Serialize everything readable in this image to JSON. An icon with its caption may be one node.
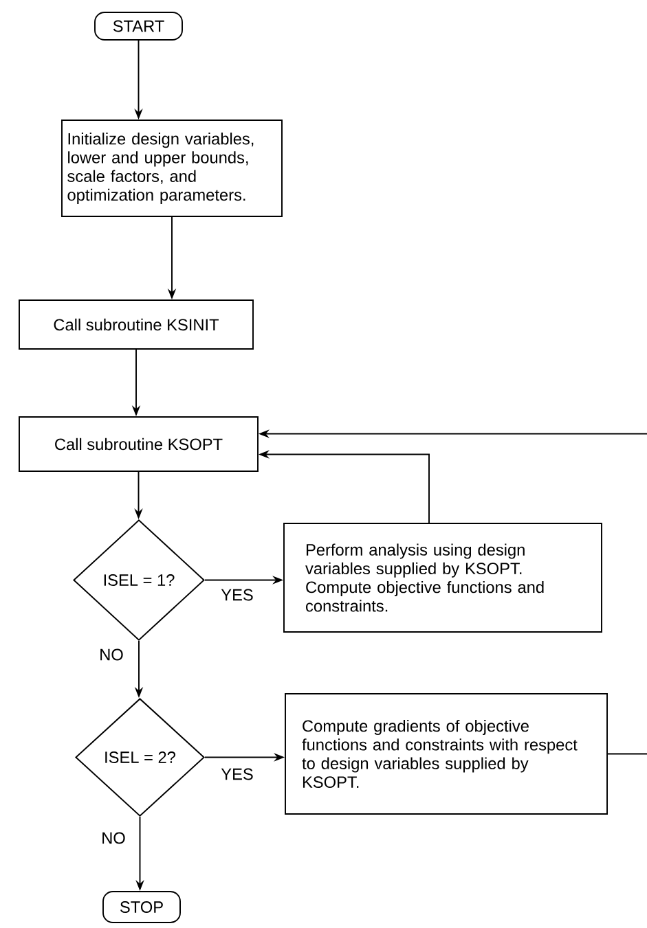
{
  "diagram": {
    "nodes": [
      {
        "text": [
          "START"
        ]
      },
      {
        "text": [
          "Initialize design variables, lower and upper bounds, scale factors, and optimization parameters."
        ]
      },
      {
        "text": [
          "Call subroutine KSINIT"
        ]
      },
      {
        "text": [
          "Call subroutine KSOPT"
        ]
      },
      {
        "text": [
          "ISEL = 1?"
        ]
      },
      {
        "text": [
          "Perform analysis using design variables supplied by KSOPT. Compute objective functions and constraints."
        ]
      },
      {
        "text": [
          "ISEL = 2?"
        ]
      },
      {
        "text": [
          "Compute gradients of objective functions and constraints with respect to design variables supplied by KSOPT."
        ]
      },
      {
        "text": [
          "STOP"
        ]
      }
    ],
    "edges": [
      {
        "from": 0,
        "to": 1,
        "arrow": "to"
      },
      {
        "from": 1,
        "to": 2,
        "arrow": "to"
      },
      {
        "from": 2,
        "to": 3,
        "arrow": "to"
      },
      {
        "from": 3,
        "to": 4,
        "arrow": "to"
      },
      {
        "from": 4,
        "to": 5,
        "arrow": "to",
        "label": "YES"
      },
      {
        "from": 5,
        "to": 3,
        "arrow": "to"
      },
      {
        "from": 4,
        "to": 6,
        "arrow": "to",
        "label": "NO"
      },
      {
        "from": 6,
        "to": 7,
        "arrow": "to",
        "label": "YES"
      },
      {
        "from": 7,
        "to": 3,
        "arrow": "to"
      },
      {
        "from": 6,
        "to": 8,
        "arrow": "to",
        "label": "NO"
      }
    ]
  }
}
